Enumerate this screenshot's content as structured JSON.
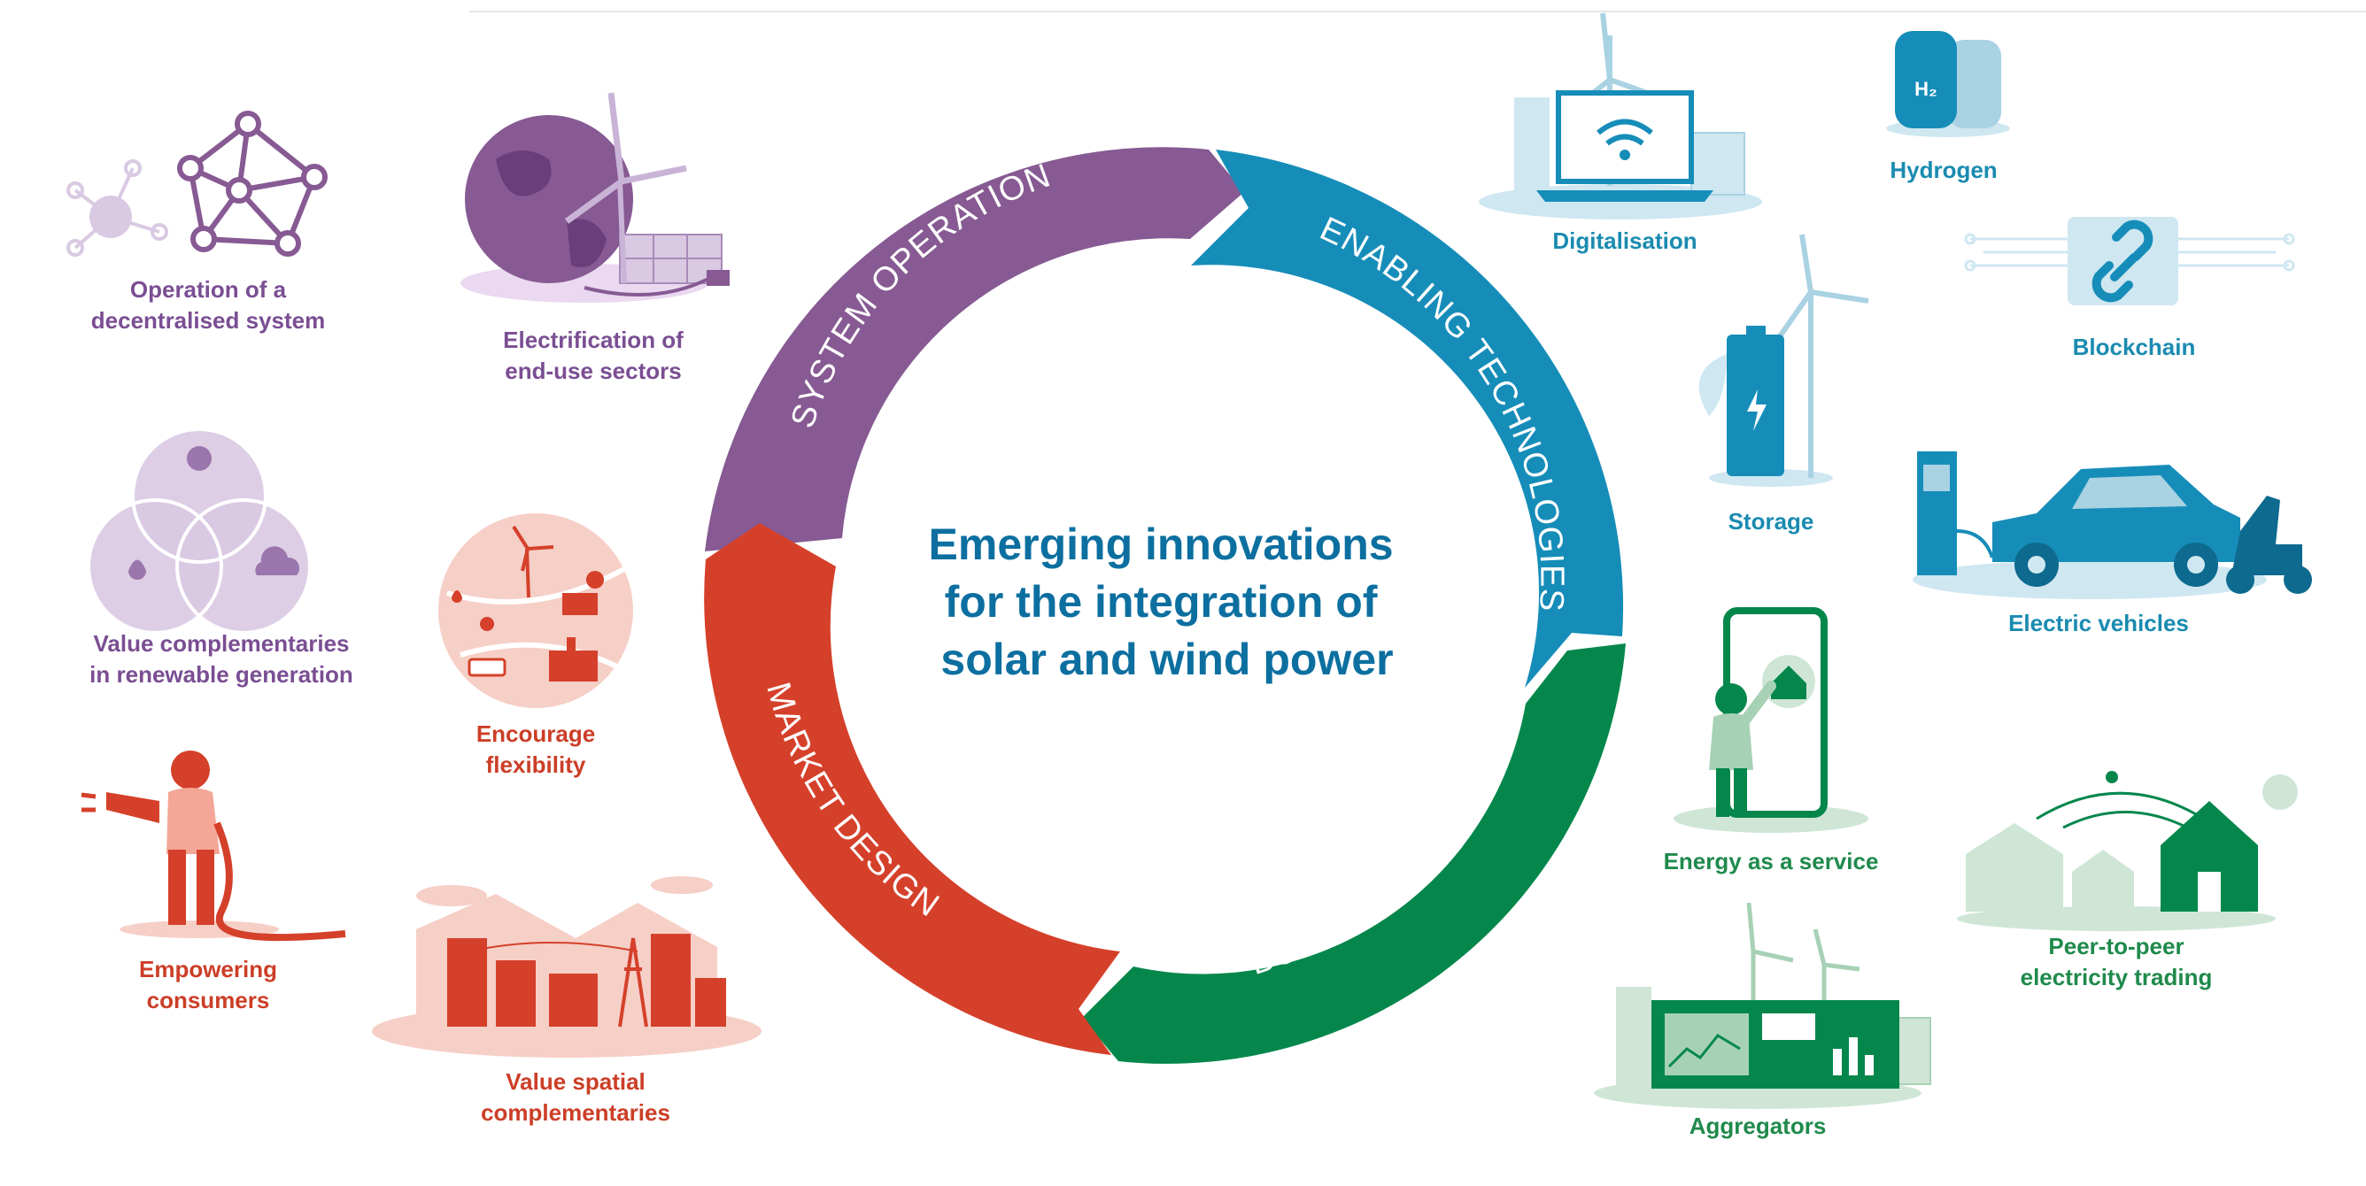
{
  "diagram": {
    "title": "Emerging innovations\nfor the integration of\nsolar and wind power",
    "title_lines": [
      "Emerging innovations",
      "for the integration of",
      "solar and wind power"
    ],
    "segments": [
      {
        "key": "system_operation",
        "label": "SYSTEM OPERATION",
        "color": "#875a93"
      },
      {
        "key": "enabling_technologies",
        "label": "ENABLING TECHNOLOGIES",
        "color": "#168db9"
      },
      {
        "key": "business_models",
        "label": "BUSINESS MODELS",
        "color": "#05874c"
      },
      {
        "key": "market_design",
        "label": "MARKET DESIGN",
        "color": "#d5402a"
      }
    ],
    "system_operation_items": [
      {
        "label": "Operation of a\ndecentralised system",
        "icon": "network-graph-icon"
      },
      {
        "label": "Electrification of\nend-use sectors",
        "icon": "globe-wind-solar-icon"
      },
      {
        "label": "Value complementaries\nin renewable generation",
        "icon": "venn-weather-icon"
      }
    ],
    "market_design_items": [
      {
        "label": "Encourage\nflexibility",
        "icon": "flexibility-circle-icon"
      },
      {
        "label": "Empowering\nconsumers",
        "icon": "person-plug-icon"
      },
      {
        "label": "Value spatial\ncomplementaries",
        "icon": "city-grid-icon"
      }
    ],
    "enabling_technologies_items": [
      {
        "label": "Digitalisation",
        "icon": "laptop-wifi-icon"
      },
      {
        "label": "Hydrogen",
        "icon": "hydrogen-tank-icon",
        "tank_text": "H₂"
      },
      {
        "label": "Blockchain",
        "icon": "chain-link-icon"
      },
      {
        "label": "Storage",
        "icon": "battery-icon"
      },
      {
        "label": "Electric vehicles",
        "icon": "electric-car-icon"
      }
    ],
    "business_models_items": [
      {
        "label": "Energy as a service",
        "icon": "smartphone-house-icon"
      },
      {
        "label": "Peer-to-peer\nelectricity trading",
        "icon": "houses-trading-icon"
      },
      {
        "label": "Aggregators",
        "icon": "dashboard-board-icon"
      }
    ],
    "colors": {
      "purple": "#875a93",
      "purple_light": "#d9c9e2",
      "blue": "#168db9",
      "blue_light": "#cfe7f1",
      "green": "#05874c",
      "green_light": "#cfe6d6",
      "red": "#d5402a",
      "red_light": "#f6cfc7",
      "title": "#0c6fa0"
    }
  }
}
